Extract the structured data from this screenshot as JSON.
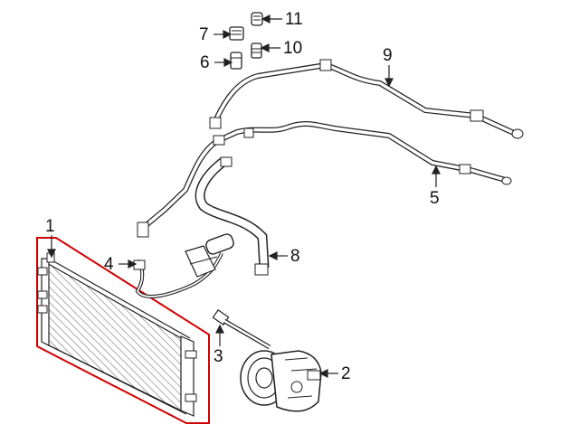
{
  "callouts": {
    "c1": "1",
    "c2": "2",
    "c3": "3",
    "c4": "4",
    "c5": "5",
    "c6": "6",
    "c7": "7",
    "c8": "8",
    "c9": "9",
    "c10": "10",
    "c11": "11"
  },
  "colors": {
    "highlight": "#d10000",
    "line": "#222222"
  }
}
